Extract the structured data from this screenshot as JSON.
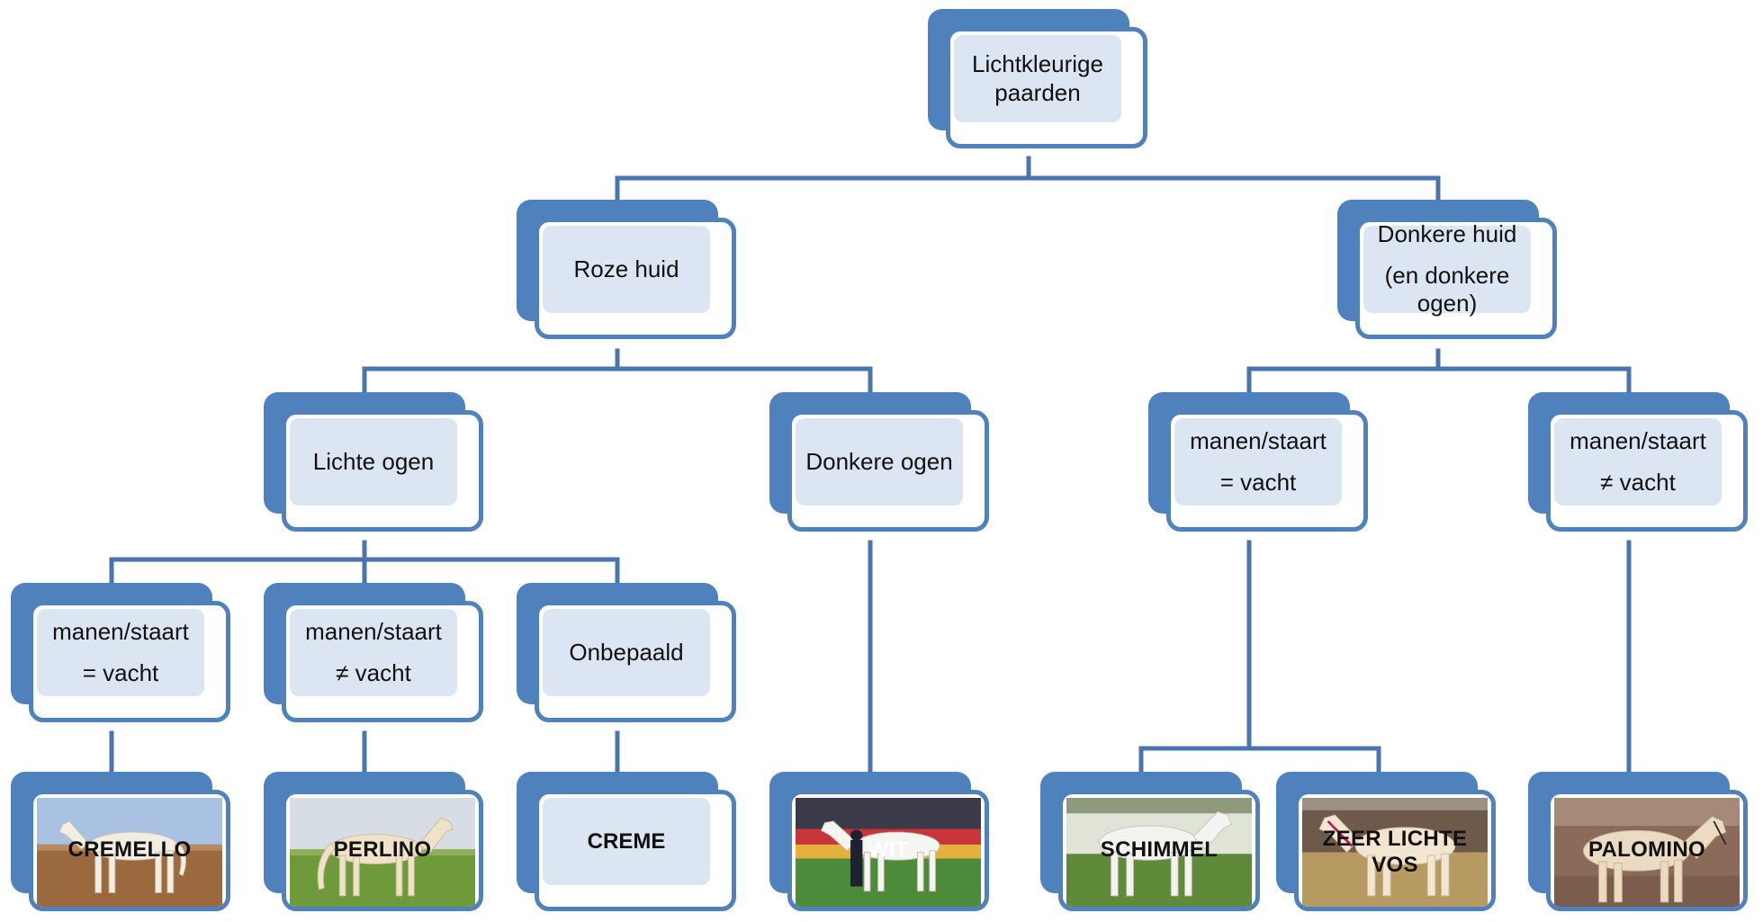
{
  "diagram": {
    "root": {
      "line1": "Lichtkleurige",
      "line2": "paarden"
    },
    "level1": {
      "left": {
        "label": "Roze huid"
      },
      "right": {
        "line1": "Donkere huid",
        "line2": "(en donkere",
        "line3": "ogen)"
      }
    },
    "level2": {
      "light_eyes": {
        "label": "Lichte ogen"
      },
      "dark_eyes": {
        "label": "Donkere ogen"
      },
      "mane_equal": {
        "line1": "manen/staart",
        "line2": "= vacht"
      },
      "mane_not_equal": {
        "line1": "manen/staart",
        "line2": "≠ vacht"
      }
    },
    "level3": {
      "mane_equal": {
        "line1": "manen/staart",
        "line2": "= vacht"
      },
      "mane_not_equal": {
        "line1": "manen/staart",
        "line2": "≠ vacht"
      },
      "undetermined": {
        "label": "Onbepaald"
      }
    },
    "leaves": {
      "cremello": "CREMELLO",
      "perlino": "PERLINO",
      "creme": "CREME",
      "wit": "WIT",
      "schimmel": "SCHIMMEL",
      "zeer_lichte_vos_1": "ZEER LICHTE",
      "zeer_lichte_vos_2": "VOS",
      "palomino": "PALOMINO"
    }
  },
  "colors": {
    "accent": "#4f81bd",
    "fill": "#dce6f2",
    "connector": "#4a74ad"
  }
}
